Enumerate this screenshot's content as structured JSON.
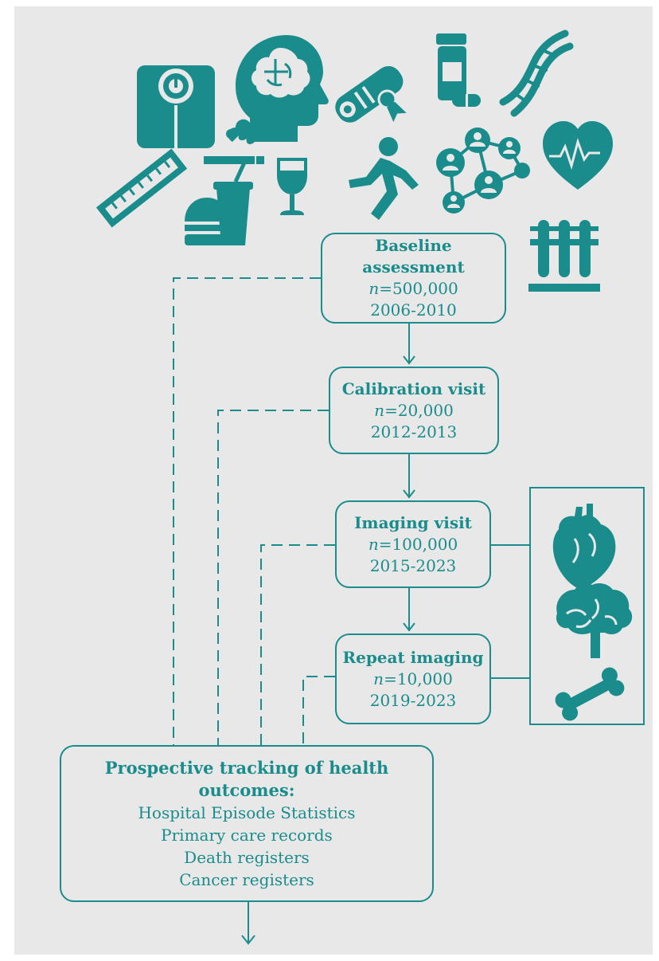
{
  "colors": {
    "accent": "#1a8c8c",
    "background": "#e8e8e8"
  },
  "icons": {
    "lifestyle": [
      "weighing-scale-icon",
      "brain-head-icon",
      "diploma-icon",
      "medicine-bottle-icon",
      "dna-icon",
      "cigarette-icon",
      "ruler-icon",
      "wine-glass-icon",
      "running-person-icon",
      "social-network-icon",
      "heart-rate-icon",
      "fast-food-icon",
      "test-tubes-icon"
    ],
    "imaging": [
      "heart-organ-icon",
      "brain-organ-icon",
      "bone-icon"
    ]
  },
  "stages": {
    "baseline": {
      "title": "Baseline assessment",
      "n_label": "n",
      "n_value": "=500,000",
      "years": "2006-2010"
    },
    "calibration": {
      "title": "Calibration visit",
      "n_label": "n",
      "n_value": "=20,000",
      "years": "2012-2013"
    },
    "imaging": {
      "title": "Imaging visit",
      "n_label": "n",
      "n_value": "=100,000",
      "years": "2015-2023"
    },
    "repeat": {
      "title": "Repeat imaging",
      "n_label": "n",
      "n_value": "=10,000",
      "years": "2019-2023"
    }
  },
  "tracking": {
    "title": "Prospective tracking of health outcomes:",
    "items": [
      "Hospital Episode Statistics",
      "Primary care records",
      "Death registers",
      "Cancer registers"
    ]
  }
}
